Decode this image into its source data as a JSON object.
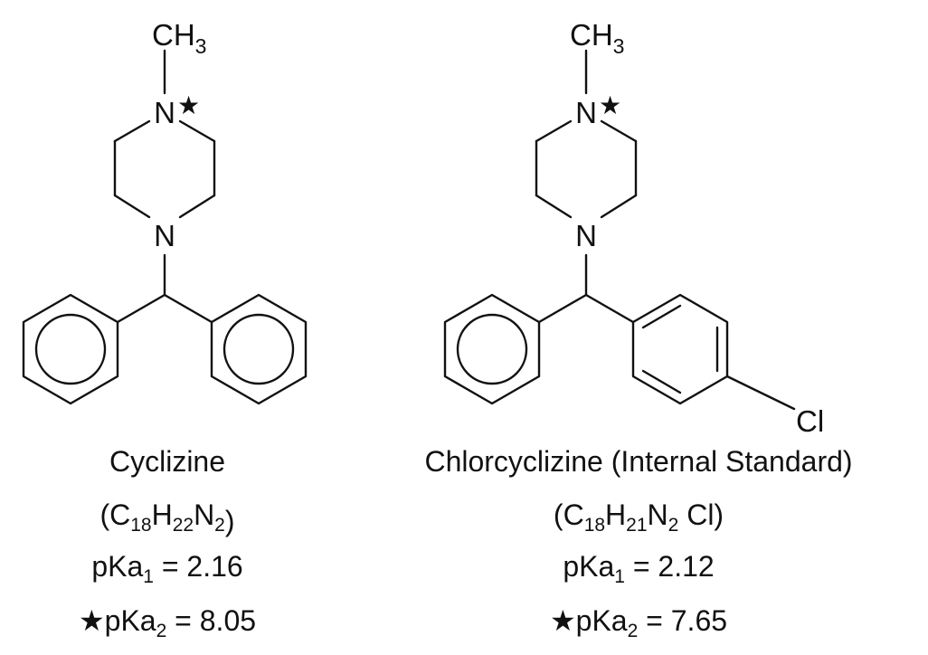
{
  "molecules": [
    {
      "id": "cyclizine",
      "atoms": {
        "methyl_main": "CH",
        "methyl_sub": "3",
        "n_top": "N",
        "n_top_star": "★",
        "n_bottom": "N"
      },
      "name": "Cyclizine",
      "formula": {
        "open": "(C",
        "c_sub": "18",
        "h": "H",
        "h_sub": "22",
        "n": "N",
        "n_sub": "2",
        "cl": "",
        "close": ")"
      },
      "pka1": {
        "label": "pKa",
        "sub": "1",
        "value": " = 2.16"
      },
      "pka2": {
        "star": "★",
        "label": "pKa",
        "sub": "2",
        "value": " = 8.05"
      }
    },
    {
      "id": "chlorcyclizine",
      "atoms": {
        "methyl_main": "CH",
        "methyl_sub": "3",
        "n_top": "N",
        "n_top_star": "★",
        "n_bottom": "N",
        "chlorine": "Cl"
      },
      "name": "Chlorcyclizine (Internal Standard)",
      "formula": {
        "open": "(C",
        "c_sub": "18",
        "h": "H",
        "h_sub": "21",
        "n": "N",
        "n_sub": "2",
        "cl": " Cl",
        "close": ")"
      },
      "pka1": {
        "label": "pKa",
        "sub": "1",
        "value": " = 2.12"
      },
      "pka2": {
        "star": "★",
        "label": "pKa",
        "sub": "2",
        "value": " = 7.65"
      }
    }
  ],
  "colors": {
    "ink": "#111111",
    "background": "#ffffff"
  }
}
